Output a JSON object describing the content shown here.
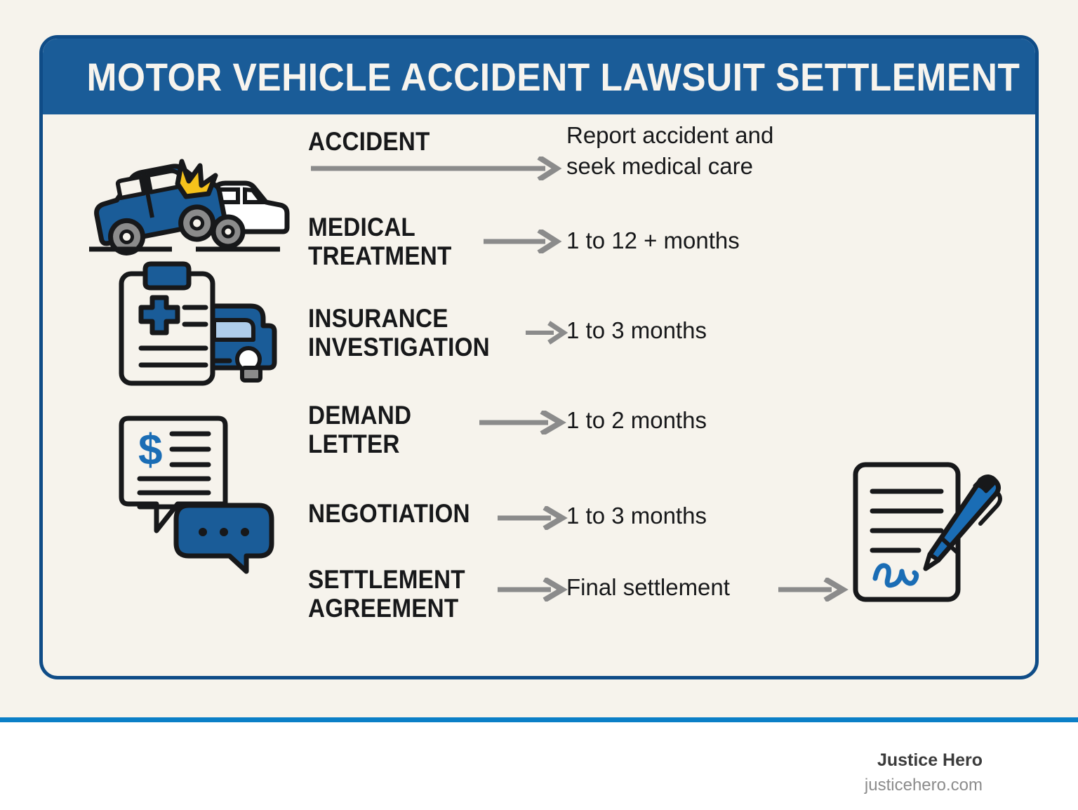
{
  "header": {
    "title": "MOTOR VEHICLE ACCIDENT LAWSUIT SETTLEMENT"
  },
  "colors": {
    "header_blue": "#1a5c98",
    "border_navy": "#0f4c87",
    "divider_blue": "#0b7fc7",
    "canvas_cream": "#f6f3ec",
    "icon_blue": "#1a5c98",
    "icon_dark": "#17181a",
    "arrow_gray": "#8b8b8b",
    "accent_yellow": "#f5c21b"
  },
  "steps": [
    {
      "label": "ACCIDENT",
      "value": "Report accident and\nseek medical care",
      "arrow": "arrow-right-icon"
    },
    {
      "label": "MEDICAL\nTREATMENT",
      "value": "1 to 12 + months",
      "arrow": "arrow-right-icon"
    },
    {
      "label": "INSURANCE\nINVESTIGATION",
      "value": "1 to 3 months",
      "arrow": "arrow-right-icon"
    },
    {
      "label": "DEMAND\nLETTER",
      "value": "1 to 2 months",
      "arrow": "arrow-right-icon"
    },
    {
      "label": "NEGOTIATION",
      "value": "1 to 3 months",
      "arrow": "arrow-right-icon"
    },
    {
      "label": "SETTLEMENT\nAGREEMENT",
      "value": "Final settlement",
      "arrow": "arrow-right-icon"
    }
  ],
  "icons": [
    {
      "name": "car-crash-icon",
      "alt": "Two cars colliding with impact burst"
    },
    {
      "name": "medical-clipboard-ambulance-icon",
      "alt": "Medical clipboard and ambulance"
    },
    {
      "name": "demand-letter-icon",
      "alt": "Dollar document with speech bubble"
    },
    {
      "name": "signed-agreement-pen-icon",
      "alt": "Signed document with pen"
    }
  ],
  "footer": {
    "brand": "Justice Hero",
    "url": "justicehero.com"
  }
}
